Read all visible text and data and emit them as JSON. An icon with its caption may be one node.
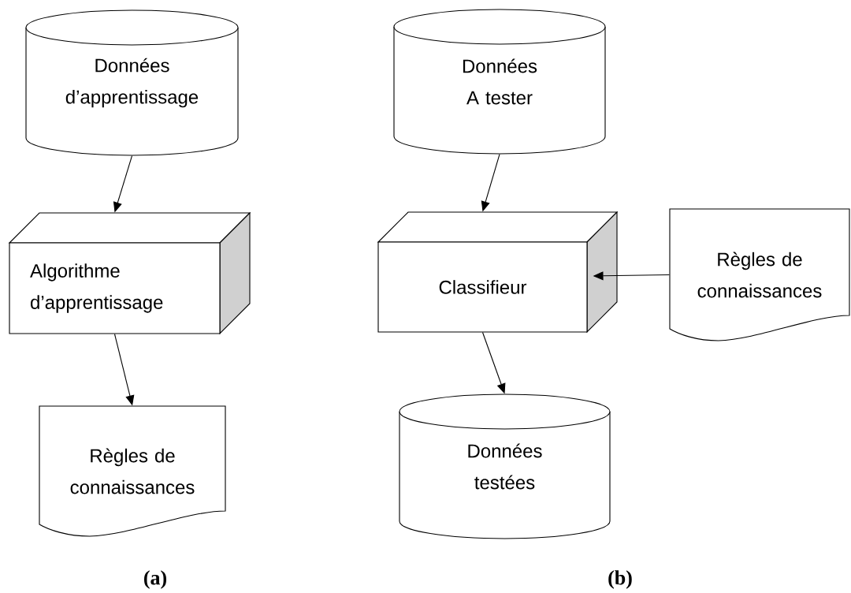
{
  "diagram": {
    "nodes": [
      {
        "text": [
          "Données d’apprentissage"
        ]
      },
      {
        "text": [
          "Algorithme d’apprentissage"
        ]
      },
      {
        "text": [
          "Règles de connaissances"
        ]
      },
      {
        "text": [
          "Données A tester"
        ]
      },
      {
        "text": [
          "Classifieur"
        ]
      },
      {
        "text": [
          "Règles de connaissances"
        ]
      },
      {
        "text": [
          "Données testées"
        ]
      }
    ],
    "edges": [
      {
        "from": 0,
        "to": 1,
        "arrow": "to"
      },
      {
        "from": 1,
        "to": 2,
        "arrow": "to"
      },
      {
        "from": 3,
        "to": 4,
        "arrow": "to"
      },
      {
        "from": 5,
        "to": 4,
        "arrow": "to"
      },
      {
        "from": 4,
        "to": 6,
        "arrow": "to"
      }
    ],
    "labels": [
      "(a)",
      "(b)"
    ]
  }
}
